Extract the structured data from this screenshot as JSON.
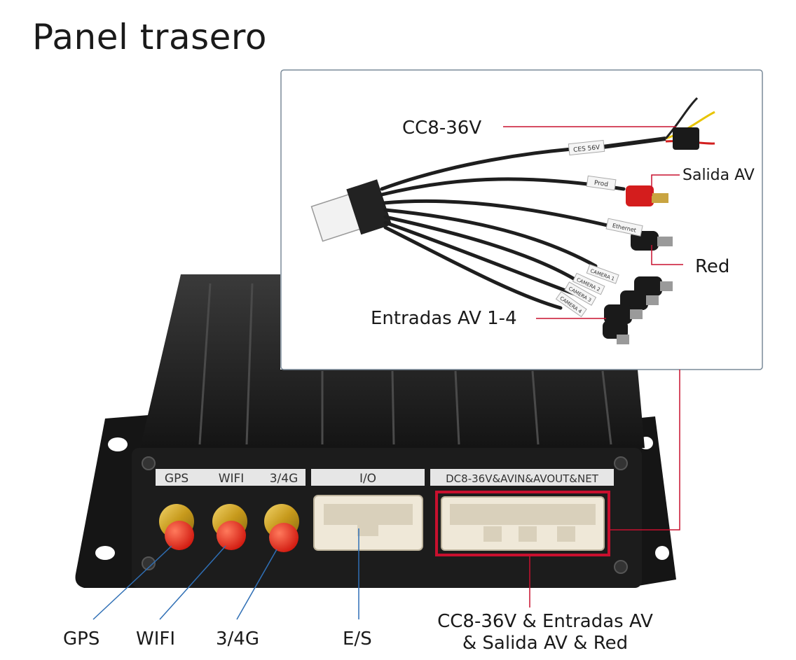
{
  "title": "Panel trasero",
  "cable_callouts": {
    "power": "CC8-36V",
    "av_out": "Salida AV",
    "network": "Red",
    "av_in": "Entradas AV 1-4"
  },
  "cable_tags": {
    "power": "CES 56V",
    "av_out": "Prod",
    "network": "Ethernet",
    "av_in": [
      "CAMERA 1",
      "CAMERA 2",
      "CAMERA 3",
      "CAMERA 4"
    ]
  },
  "panel_labels": {
    "antennas": [
      "GPS",
      "WIFI",
      "3/4G"
    ],
    "io": "I/O",
    "main": "DC8-36V&AVIN&AVOUT&NET"
  },
  "bottom_callouts": {
    "gps": "GPS",
    "wifi": "WIFI",
    "cellular": "3/4G",
    "io": "E/S",
    "main_line1": "CC8-36V & Entradas AV",
    "main_line2": "& Salida AV & Red"
  },
  "colors": {
    "callout_red": "#c8102e",
    "callout_blue": "#2f6fb5",
    "antenna_red": "#e8231a",
    "antenna_gold": "#d4a017",
    "device_black": "#1c1c1c",
    "panel_label_bg": "#e6e6e6"
  }
}
